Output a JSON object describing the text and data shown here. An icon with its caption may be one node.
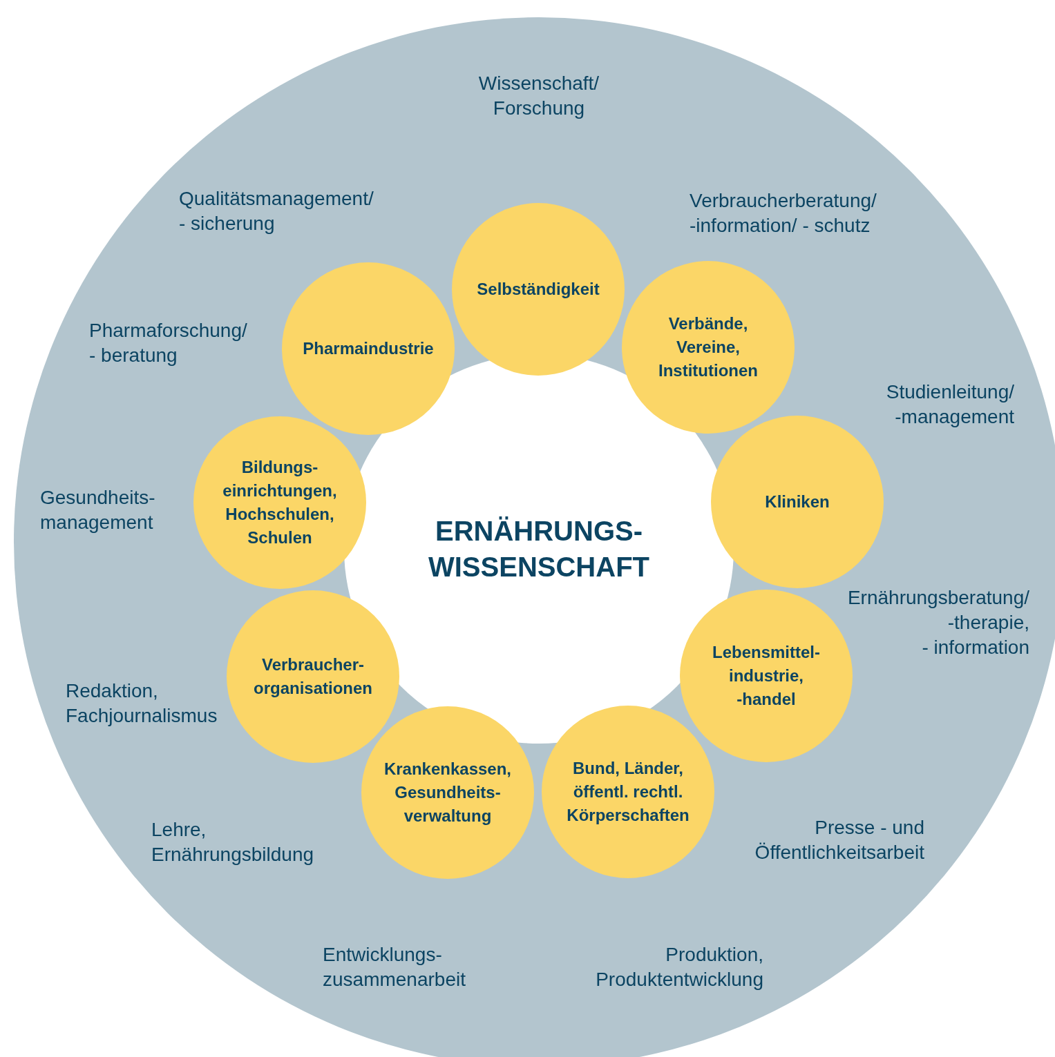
{
  "diagram": {
    "nodes": [
      {
        "text": [
          "ERNÄHRUNGS- WISSENSCHAFT"
        ]
      },
      {
        "text": [
          "Selbständigkeit"
        ]
      },
      {
        "text": [
          "Verbände, Vereine, Institutionen"
        ]
      },
      {
        "text": [
          "Kliniken"
        ]
      },
      {
        "text": [
          "Lebensmittel- industrie, -handel"
        ]
      },
      {
        "text": [
          "Bund, Länder, öffentl. rechtl. Körperschaften"
        ]
      },
      {
        "text": [
          "Krankenkassen, Gesundheits- verwaltung"
        ]
      },
      {
        "text": [
          "Verbraucher- organisationen"
        ]
      },
      {
        "text": [
          "Bildungs- einrichtungen, Hochschulen, Schulen"
        ]
      },
      {
        "text": [
          "Pharmaindustrie"
        ]
      }
    ],
    "labels": [
      "Wissenschaft/ Forschung",
      "Qualitätsmanagement/ - sicherung",
      "Verbraucherberatung/ -information/ - schutz",
      "Pharmaforschung/ - beratung",
      "Studienleitung/ -management",
      "Gesundheits- management",
      "Ernährungsberatung/ -therapie, - information",
      "Redaktion, Fachjournalismus",
      "Presse - und Öffentlichkeitsarbeit",
      "Lehre, Ernährungsbildung",
      "Entwicklungs- zusammenarbeit",
      "Produktion, Produktentwicklung"
    ]
  }
}
